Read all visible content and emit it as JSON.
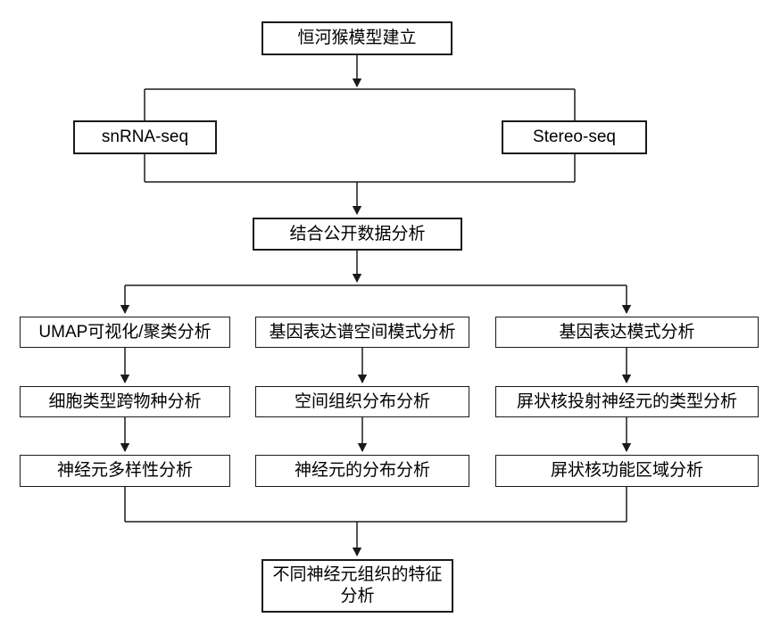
{
  "diagram": {
    "type": "flowchart",
    "nodes": {
      "model": {
        "label": "恒河猴模型建立"
      },
      "snrna": {
        "label": "snRNA-seq"
      },
      "stereo": {
        "label": "Stereo-seq"
      },
      "combine": {
        "label": "结合公开数据分析"
      },
      "umap_clustering": {
        "label": "UMAP可视化/聚类分析"
      },
      "gene_expr_spatial_pattern": {
        "label": "基因表达谱空间模式分析"
      },
      "gene_expr_pattern": {
        "label": "基因表达模式分析"
      },
      "cell_type_cross_species": {
        "label": "细胞类型跨物种分析"
      },
      "spatial_tissue_distribution": {
        "label": "空间组织分布分析"
      },
      "claustrum_projection_neuron_type": {
        "label": "屏状核投射神经元的类型分析"
      },
      "neuron_diversity": {
        "label": "神经元多样性分析"
      },
      "neuron_distribution": {
        "label": "神经元的分布分析"
      },
      "claustrum_functional_region": {
        "label": "屏状核功能区域分析"
      },
      "different_neuron_tissue_features": {
        "label": "不同神经元组织的特征分析"
      }
    },
    "edges": [
      "model -> (snrna, stereo)",
      "(snrna, stereo) -> combine",
      "combine -> (umap_clustering, gene_expr_spatial_pattern, gene_expr_pattern)",
      "umap_clustering -> cell_type_cross_species -> neuron_diversity",
      "gene_expr_spatial_pattern -> spatial_tissue_distribution -> neuron_distribution",
      "gene_expr_pattern -> claustrum_projection_neuron_type -> claustrum_functional_region",
      "(neuron_diversity, claustrum_functional_region) -> different_neuron_tissue_features"
    ],
    "colors": {
      "line": "#1a1a1a",
      "box_border": "#1a1a1a",
      "box_fill": "#ffffff",
      "text": "#000000",
      "background": "#ffffff"
    }
  }
}
